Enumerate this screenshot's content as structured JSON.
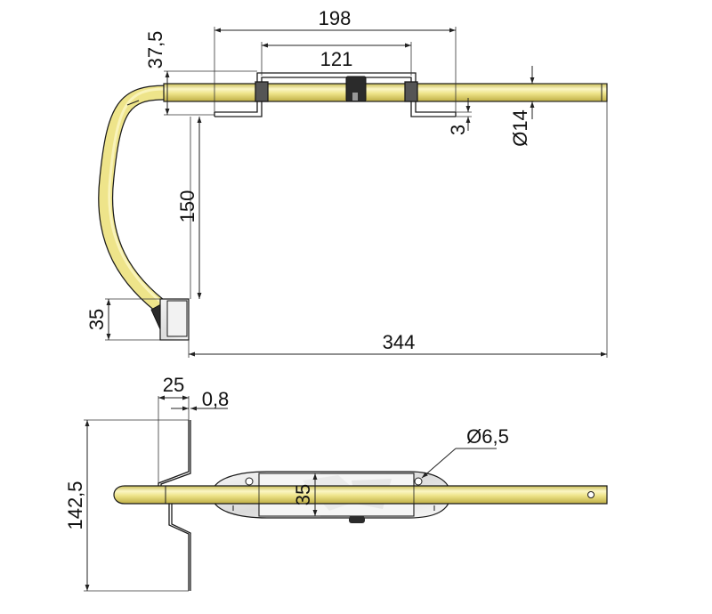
{
  "colors": {
    "tube": "#eee48a",
    "tube_shade": "#c9bd55",
    "tube_highlight": "#fbf6c6",
    "line": "#1a1a1a",
    "cap": "#2b2b2b",
    "bracket": "#d9d9d9",
    "background": "#ffffff"
  },
  "top_view": {
    "dims": {
      "overall_bracket": "198",
      "inner_bracket": "121",
      "offset": "37,5",
      "drop": "150",
      "clamp_height": "35",
      "total_length": "344",
      "gap": "3",
      "tube_diameter": "Ø14"
    }
  },
  "bottom_view": {
    "dims": {
      "flange_width": "25",
      "thickness": "0,8",
      "height": "142,5",
      "hole_diameter": "Ø6,5",
      "plate_height": "35"
    }
  }
}
